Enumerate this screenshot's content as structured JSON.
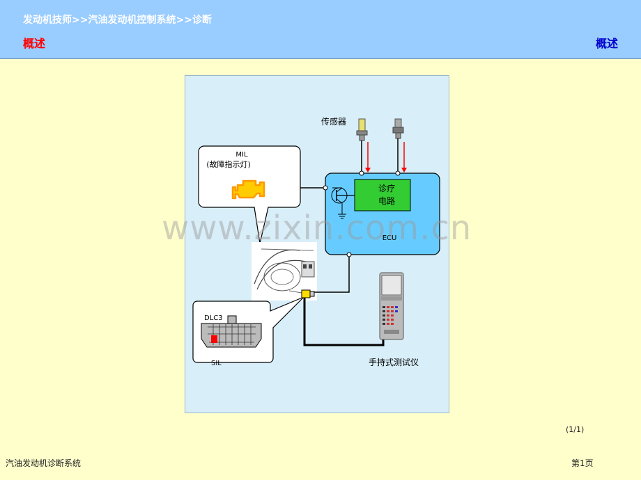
{
  "header": {
    "breadcrumb": "发动机技师>>汽油发动机控制系统>>诊断",
    "section_left": "概述",
    "section_right": "概述"
  },
  "diagram": {
    "sensor_label": "传感器",
    "mil_label": "MIL",
    "mil_desc": "(故障指示灯)",
    "diag_line1": "诊疗",
    "diag_line2": "电路",
    "ecu_label": "ECU",
    "dlc_label": "DLC3",
    "sil_label": "SIL",
    "tester_label": "手持式测试仪"
  },
  "watermark": "www.zixin.com.cn",
  "pager": "(1/1)",
  "footer": {
    "title": "汽油发动机诊断系统",
    "page": "第1页"
  },
  "colors": {
    "header_bg": "#99ccff",
    "page_bg": "#ffffcc",
    "panel_bg": "#d8eef8",
    "ecu_fill": "#66ccff",
    "diag_fill": "#33cc33",
    "mil_icon": "#ff9900",
    "signal_arrow": "#ff0000"
  }
}
